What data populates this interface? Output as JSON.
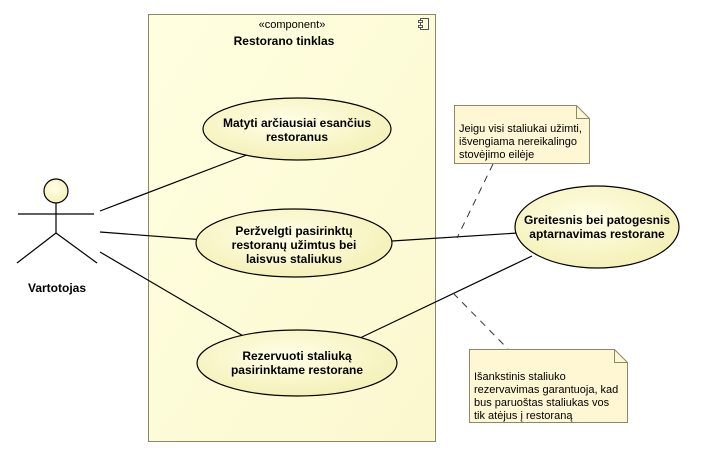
{
  "component": {
    "stereotype": "«component»",
    "name": "Restorano tinklas"
  },
  "actor": {
    "name": "Vartotojas"
  },
  "use_cases": {
    "uc1": [
      "Matyti arčiausiai esančius",
      "restoranus"
    ],
    "uc2": [
      "Peržvelgti pasirinktų",
      "restoranų užimtus bei",
      "laisvus staliukus"
    ],
    "uc3": [
      "Rezervuoti staliuką",
      "pasirinktame restorane"
    ],
    "uc4": [
      "Greitesnis bei patogesnis",
      "aptarnavimas restorane"
    ]
  },
  "notes": {
    "note1": [
      "Jeigu visi staliukai užimti,",
      "išvengiama nereikalingo",
      "stovėjimo eilėje"
    ],
    "note2": [
      "Išankstinis staliuko",
      "rezervavimas garantuoja, kad",
      "bus paruoštas staliukas vos",
      "tik atėjus į restoraną"
    ]
  },
  "colors": {
    "element_fill": "#ffffcc",
    "element_gradient": "#f5f0b8",
    "note_fill": "#fff5d0",
    "stroke": "#000000"
  }
}
